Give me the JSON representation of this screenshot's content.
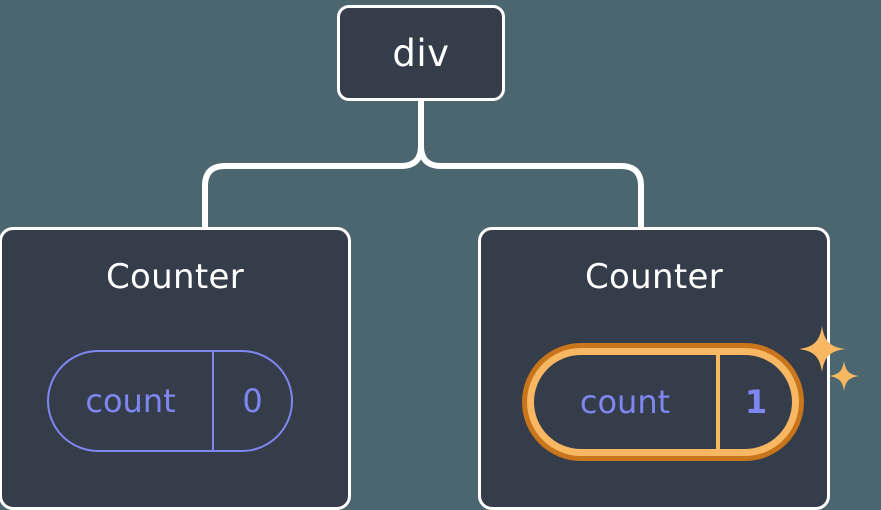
{
  "diagram": {
    "title": "React component tree with highlighted state",
    "background_color": "#4c6670",
    "node_fill_color": "#353c4a",
    "node_border_color": "#ffffff",
    "connector_color": "#ffffff",
    "state_color": "#8086f0",
    "highlight_outer_color": "#c8751b",
    "highlight_inner_color": "#f7b763",
    "sparkle_color": "#f7b763"
  },
  "root": {
    "label": "div"
  },
  "children": [
    {
      "title": "Counter",
      "state": {
        "key": "count",
        "value": "0",
        "highlighted": false
      }
    },
    {
      "title": "Counter",
      "state": {
        "key": "count",
        "value": "1",
        "highlighted": true
      },
      "sparkles": {
        "big": "sparkle-icon",
        "small": "sparkle-icon"
      }
    }
  ]
}
